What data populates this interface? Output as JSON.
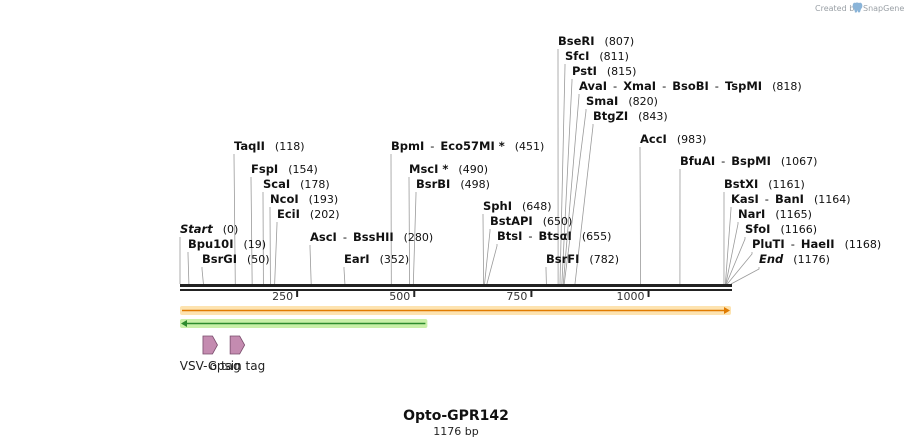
{
  "credit": {
    "prefix": "Created by",
    "brand": "SnapGene",
    "logo_icon": "snapgene-tooth-icon"
  },
  "sequence": {
    "name": "Opto-GPR142",
    "length_label": "1176 bp",
    "length": 1176
  },
  "ruler": {
    "ticks": [
      250,
      500,
      750,
      1000
    ]
  },
  "sites": [
    {
      "id": "bseri",
      "names": [
        "BseRI"
      ],
      "position": 807,
      "pos_label": "(807)"
    },
    {
      "id": "sfci",
      "names": [
        "SfcI"
      ],
      "position": 811,
      "pos_label": "(811)"
    },
    {
      "id": "psti",
      "names": [
        "PstI"
      ],
      "position": 815,
      "pos_label": "(815)"
    },
    {
      "id": "avai",
      "names": [
        "AvaI",
        "XmaI",
        "BsoBI",
        "TspMI"
      ],
      "position": 818,
      "pos_label": "(818)"
    },
    {
      "id": "smai",
      "names": [
        "SmaI"
      ],
      "position": 820,
      "pos_label": "(820)"
    },
    {
      "id": "btgzi",
      "names": [
        "BtgZI"
      ],
      "position": 843,
      "pos_label": "(843)"
    },
    {
      "id": "acci",
      "names": [
        "AccI"
      ],
      "position": 983,
      "pos_label": "(983)"
    },
    {
      "id": "bfuai",
      "names": [
        "BfuAI",
        "BspMI"
      ],
      "position": 1067,
      "pos_label": "(1067)"
    },
    {
      "id": "bstxi",
      "names": [
        "BstXI"
      ],
      "position": 1161,
      "pos_label": "(1161)"
    },
    {
      "id": "kasi",
      "names": [
        "KasI",
        "BanI"
      ],
      "position": 1164,
      "pos_label": "(1164)"
    },
    {
      "id": "nari",
      "names": [
        "NarI"
      ],
      "position": 1165,
      "pos_label": "(1165)"
    },
    {
      "id": "sfoi",
      "names": [
        "SfoI"
      ],
      "position": 1166,
      "pos_label": "(1166)"
    },
    {
      "id": "pluti",
      "names": [
        "PluTI",
        "HaeII"
      ],
      "position": 1168,
      "pos_label": "(1168)"
    },
    {
      "id": "end",
      "names": [
        "End"
      ],
      "position": 1176,
      "pos_label": "(1176)",
      "italic": true
    },
    {
      "id": "taqii",
      "names": [
        "TaqII"
      ],
      "position": 118,
      "pos_label": "(118)"
    },
    {
      "id": "fspi",
      "names": [
        "FspI"
      ],
      "position": 154,
      "pos_label": "(154)"
    },
    {
      "id": "scai",
      "names": [
        "ScaI"
      ],
      "position": 178,
      "pos_label": "(178)"
    },
    {
      "id": "ncoi",
      "names": [
        "NcoI"
      ],
      "position": 193,
      "pos_label": "(193)"
    },
    {
      "id": "ecii",
      "names": [
        "EciI"
      ],
      "position": 202,
      "pos_label": "(202)"
    },
    {
      "id": "start",
      "names": [
        "Start"
      ],
      "position": 0,
      "pos_label": "(0)",
      "italic": true
    },
    {
      "id": "bpu10i",
      "names": [
        "Bpu10I"
      ],
      "position": 19,
      "pos_label": "(19)"
    },
    {
      "id": "bsrgi",
      "names": [
        "BsrGI"
      ],
      "position": 50,
      "pos_label": "(50)"
    },
    {
      "id": "asci",
      "names": [
        "AscI",
        "BssHII"
      ],
      "position": 280,
      "pos_label": "(280)"
    },
    {
      "id": "eari",
      "names": [
        "EarI"
      ],
      "position": 352,
      "pos_label": "(352)"
    },
    {
      "id": "bpmi",
      "names": [
        "BpmI",
        "Eco57MI *"
      ],
      "position": 451,
      "pos_label": "(451)"
    },
    {
      "id": "msci",
      "names": [
        "MscI *"
      ],
      "position": 490,
      "pos_label": "(490)"
    },
    {
      "id": "bsrbi",
      "names": [
        "BsrBI"
      ],
      "position": 498,
      "pos_label": "(498)"
    },
    {
      "id": "sphi",
      "names": [
        "SphI"
      ],
      "position": 648,
      "pos_label": "(648)"
    },
    {
      "id": "bstapi",
      "names": [
        "BstAPI"
      ],
      "position": 650,
      "pos_label": "(650)"
    },
    {
      "id": "btsi",
      "names": [
        "BtsI",
        "BtsαI"
      ],
      "position": 655,
      "pos_label": "(655)"
    },
    {
      "id": "bsrfi",
      "names": [
        "BsrFI"
      ],
      "position": 782,
      "pos_label": "(782)"
    }
  ],
  "features": [
    {
      "id": "orf-main",
      "type": "orange-arrow",
      "start": 1,
      "end": 1176,
      "color": "#f5a623"
    },
    {
      "id": "gfp-like",
      "type": "green-arrow",
      "start": 1,
      "end": 528,
      "color": "#7ed321",
      "direction": "reverse"
    },
    {
      "id": "vsv-g-tag",
      "label": "VSV-G tag",
      "type": "tag",
      "start": 50,
      "end": 80,
      "color": "#c48bb0"
    },
    {
      "id": "opsin-tag",
      "label": "opsin tag",
      "type": "tag",
      "start": 108,
      "end": 138,
      "color": "#c48bb0"
    }
  ]
}
